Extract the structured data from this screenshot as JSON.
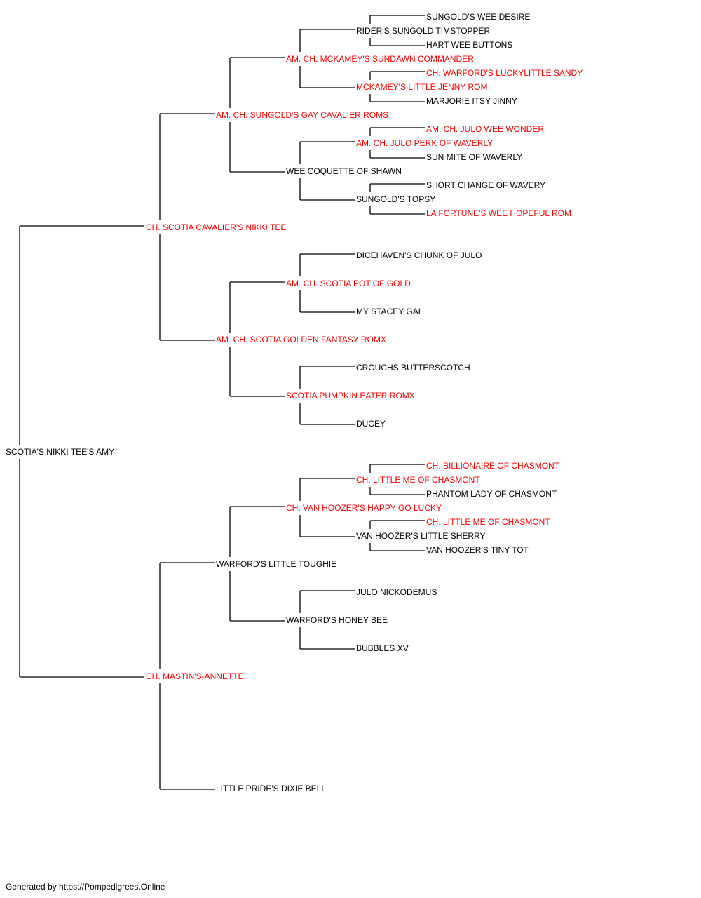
{
  "colors": {
    "champion": "#ff0000",
    "normal": "#000000",
    "line": "#000000"
  },
  "pedigree": {
    "name": "SCOTIA'S NIKKI TEE'S AMY",
    "champ": false,
    "sire": {
      "name": "CH. SCOTIA CAVALIER'S NIKKI TEE",
      "champ": true,
      "sire": {
        "name": "AM. CH. SUNGOLD'S GAY CAVALIER ROMS",
        "champ": true,
        "sire": {
          "name": "AM. CH. MCKAMEY'S SUNDAWN COMMANDER",
          "champ": true,
          "sire": {
            "name": "RIDER'S SUNGOLD TIMSTOPPER",
            "champ": false,
            "sire": {
              "name": "SUNGOLD'S WEE DESIRE",
              "champ": false
            },
            "dam": {
              "name": "HART WEE BUTTONS",
              "champ": false
            }
          },
          "dam": {
            "name": "MCKAMEY'S LITTLE JENNY ROM",
            "champ": true,
            "sire": {
              "name": "CH. WARFORD'S LUCKYLITTLE SANDY",
              "champ": true
            },
            "dam": {
              "name": "MARJORIE ITSY JINNY",
              "champ": false
            }
          }
        },
        "dam": {
          "name": "WEE COQUETTE OF SHAWN",
          "champ": false,
          "sire": {
            "name": "AM. CH. JULO PERK OF WAVERLY",
            "champ": true,
            "sire": {
              "name": "AM. CH. JULO WEE WONDER",
              "champ": true
            },
            "dam": {
              "name": "SUN MITE OF WAVERLY",
              "champ": false
            }
          },
          "dam": {
            "name": "SUNGOLD'S TOPSY",
            "champ": false,
            "sire": {
              "name": "SHORT CHANGE OF WAVERY",
              "champ": false
            },
            "dam": {
              "name": "LA FORTUNE'S WEE HOPEFUL ROM",
              "champ": true
            }
          }
        }
      },
      "dam": {
        "name": "AM. CH. SCOTIA GOLDEN FANTASY ROMX",
        "champ": true,
        "sire": {
          "name": "AM. CH. SCOTIA POT OF GOLD",
          "champ": true,
          "sire": {
            "name": "DICEHAVEN'S CHUNK OF JULO",
            "champ": false
          },
          "dam": {
            "name": "MY STACEY GAL",
            "champ": false
          }
        },
        "dam": {
          "name": "SCOTIA PUMPKIN EATER ROMX",
          "champ": true,
          "sire": {
            "name": "CROUCHS BUTTERSCOTCH",
            "champ": false
          },
          "dam": {
            "name": "DUCEY",
            "champ": false
          }
        }
      }
    },
    "dam": {
      "name": "CH. MASTIN'S-ANNETTE",
      "champ": true,
      "sire": {
        "name": "WARFORD'S LITTLE TOUGHIE",
        "champ": false,
        "sire": {
          "name": "CH. VAN HOOZER'S HAPPY GO LUCKY",
          "champ": true,
          "sire": {
            "name": "CH. LITTLE ME OF CHASMONT",
            "champ": true,
            "sire": {
              "name": "CH. BILLIONAIRE OF CHASMONT",
              "champ": true
            },
            "dam": {
              "name": "PHANTOM LADY OF CHASMONT",
              "champ": false
            }
          },
          "dam": {
            "name": "VAN HOOZER'S LITTLE SHERRY",
            "champ": false,
            "sire": {
              "name": "CH. LITTLE ME OF CHASMONT",
              "champ": true
            },
            "dam": {
              "name": "VAN HOOZER'S TINY TOT",
              "champ": false
            }
          }
        },
        "dam": {
          "name": "WARFORD'S HONEY BEE",
          "champ": false,
          "sire": {
            "name": "JULO NICKODEMUS",
            "champ": false
          },
          "dam": {
            "name": "BUBBLES XV",
            "champ": false
          }
        }
      },
      "dam": {
        "name": "LITTLE PRIDE'S DIXIE BELL",
        "champ": false
      }
    }
  },
  "footer": "Generated by https://Pompedigrees.Online"
}
